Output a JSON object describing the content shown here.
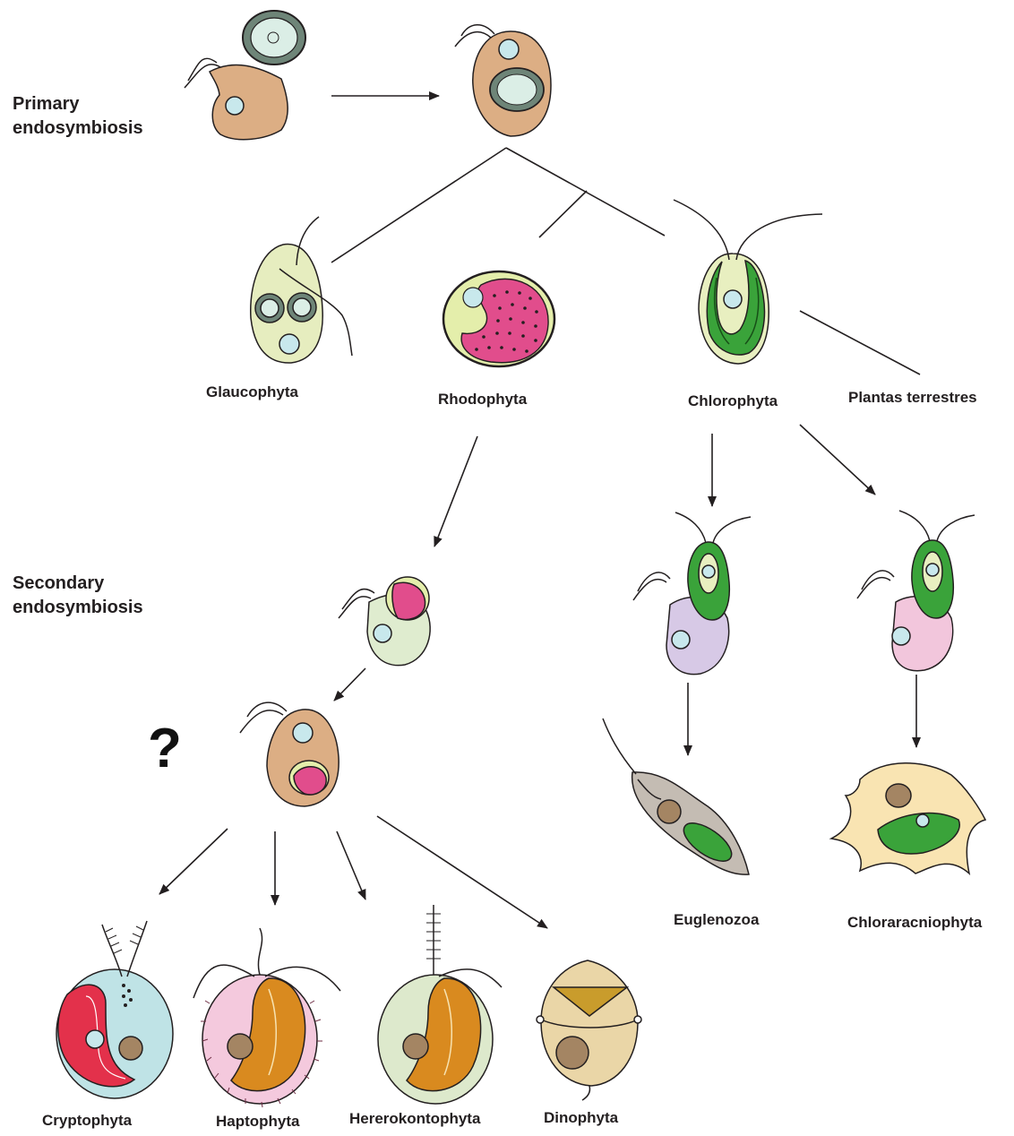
{
  "section_labels": {
    "primary": [
      "Primary",
      "endosymbiosis"
    ],
    "secondary": [
      "Secondary",
      "endosymbiosis"
    ]
  },
  "taxa": {
    "glaucophyta": "Glaucophyta",
    "rhodophyta": "Rhodophyta",
    "chlorophyta": "Chlorophyta",
    "plantas_terrestres": "Plantas terrestres",
    "euglenozoa": "Euglenozoa",
    "chlorarachniophyta": "Chloraracniophyta",
    "cryptophyta": "Cryptophyta",
    "haptophyta": "Haptophyta",
    "heterokontophyta": "Hererokontophyta",
    "dinophyta": "Dinophyta"
  },
  "unknown_marker": "?",
  "colors": {
    "host_tan": "#dcae84",
    "nucleus": "#c8e8ec",
    "glauco": "#e6edbf",
    "rhodo_outer": "#e4eeab",
    "rhodo_plastid": "#e14d8c",
    "chloro_cell": "#e8efc0",
    "chloro_plastid": "#3aa33a",
    "euglenozoa_host": "#d7c9e6",
    "chlorarach_host": "#f2c6dc",
    "secondary_red_host": "#dfeccf",
    "crypto_cell": "#bfe3e6",
    "hapto_cell": "#f4c9dd",
    "hetero_cell": "#dde9cc",
    "golden_plastid": "#d98a1f",
    "dino_cell": "#ead6a7",
    "brown_nucleus": "#a48563",
    "line": "#231f20"
  }
}
